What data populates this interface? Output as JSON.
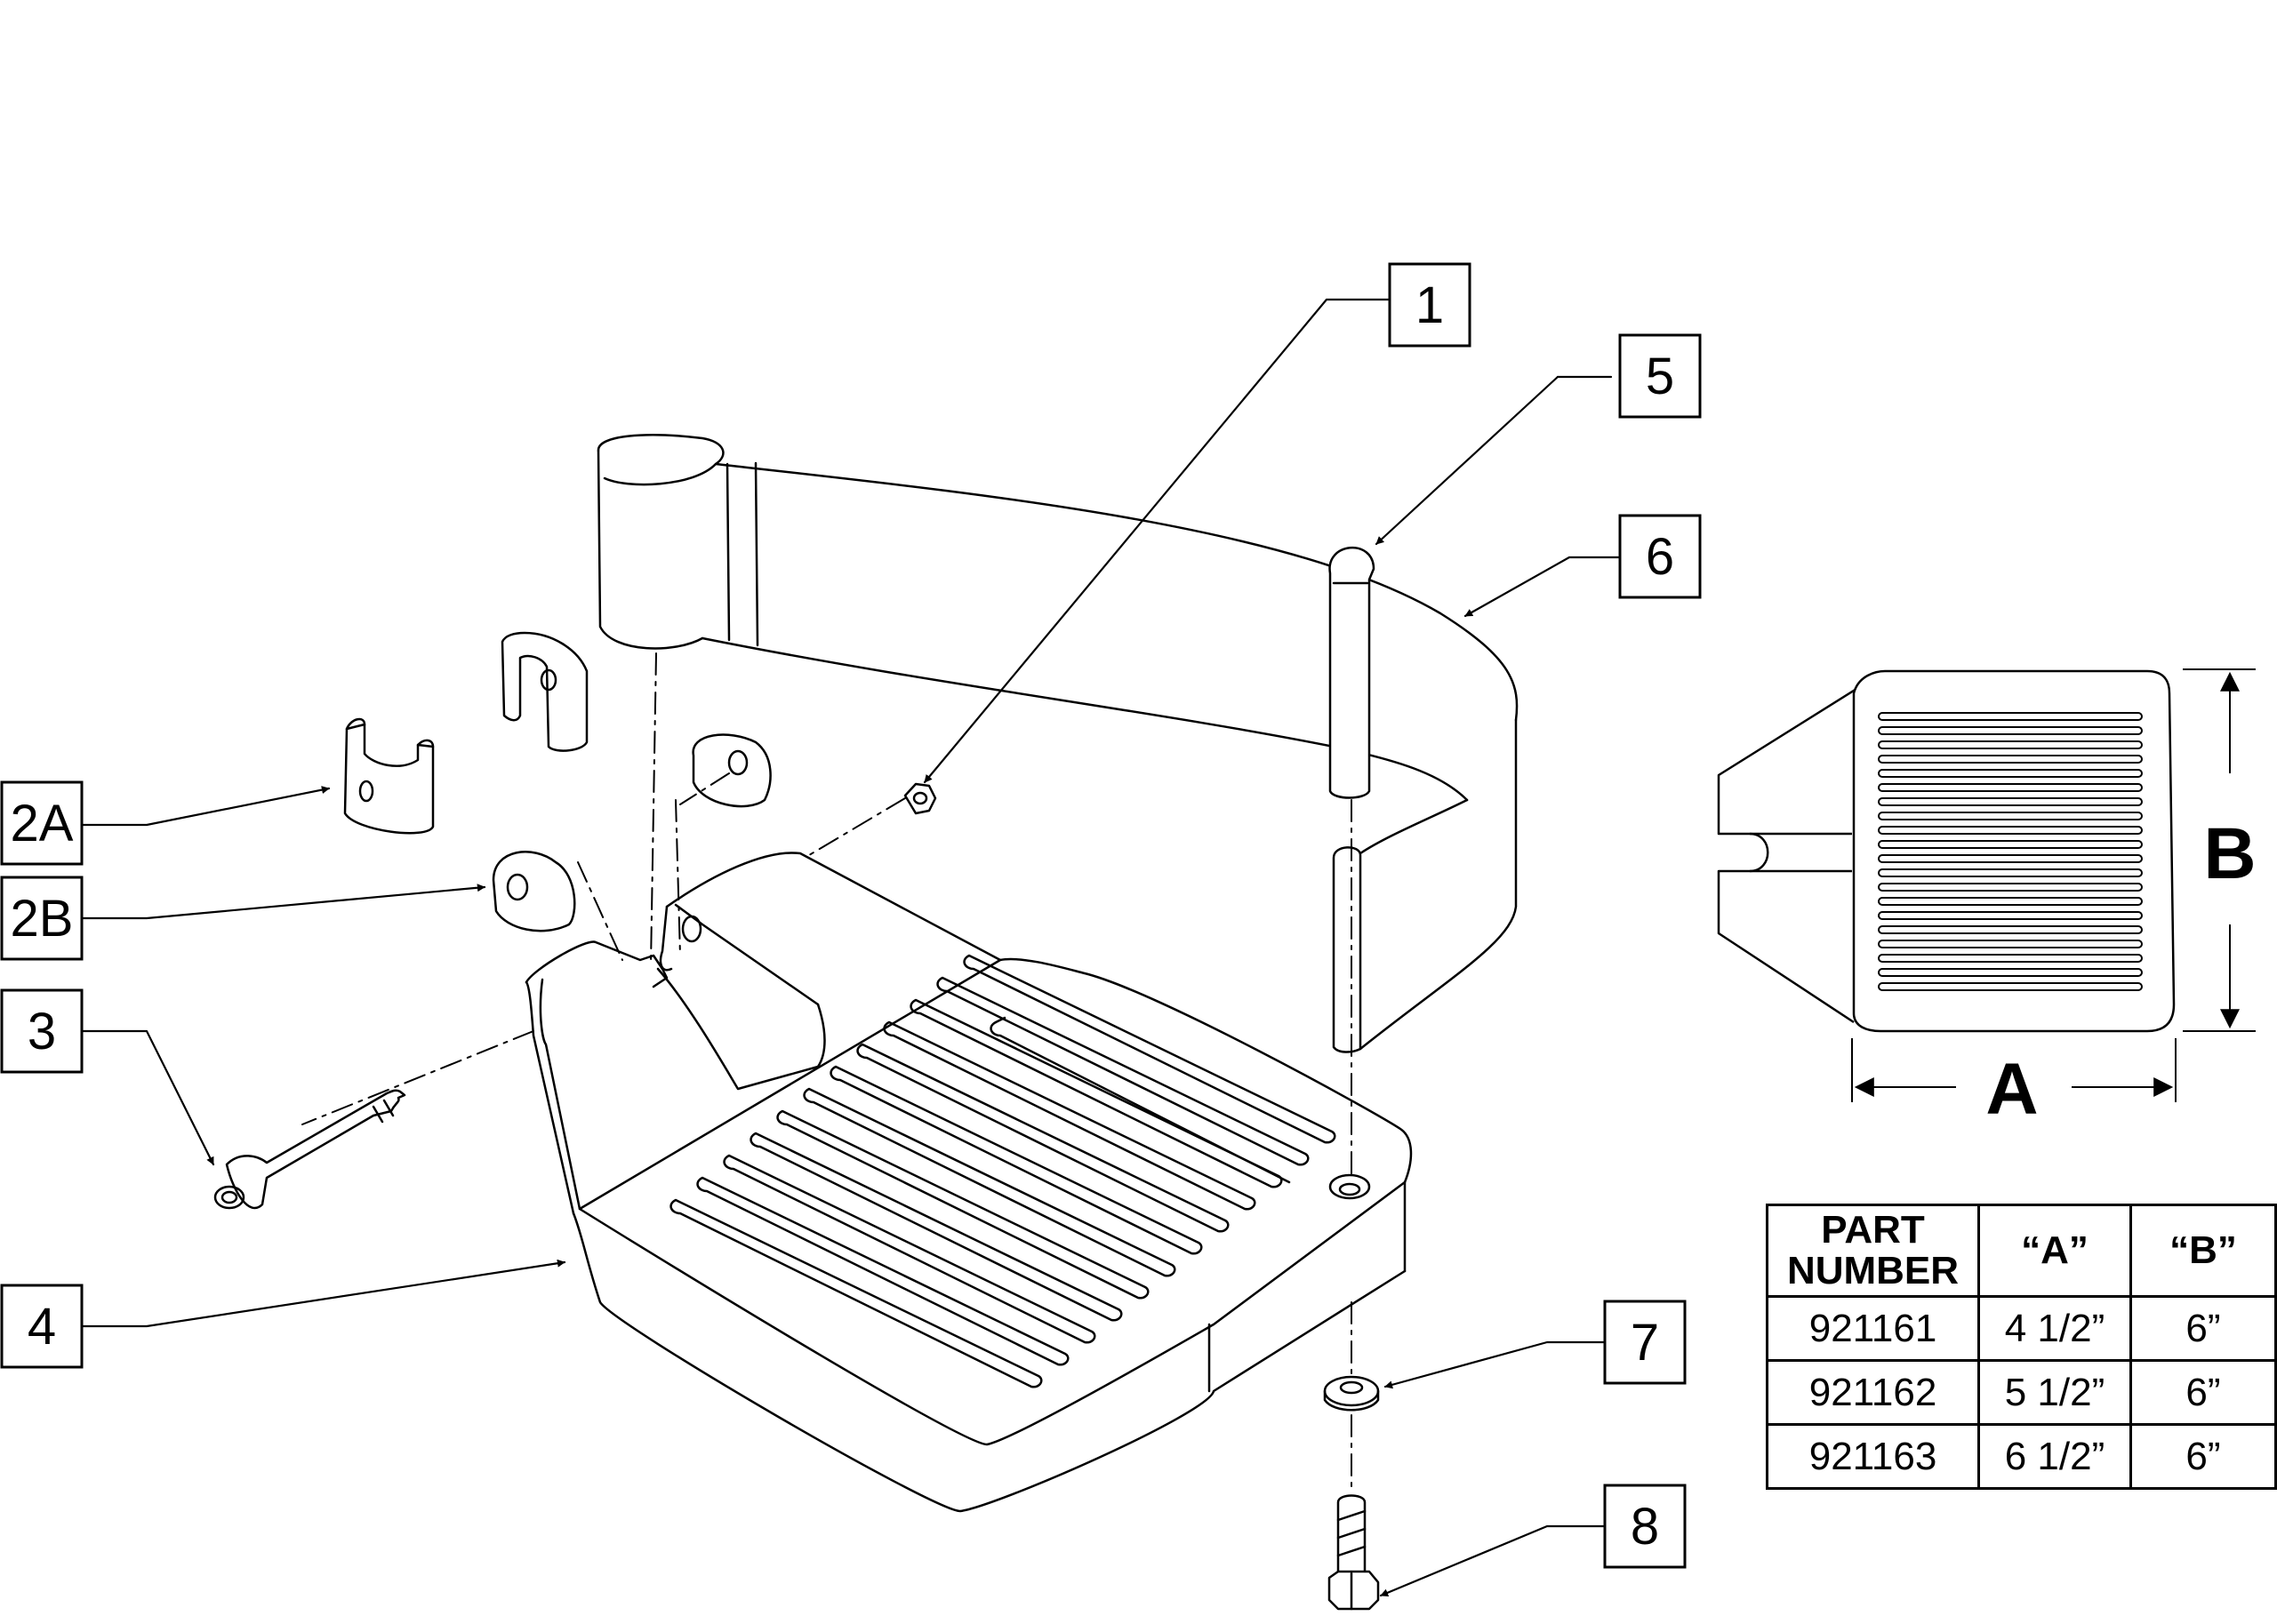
{
  "callouts": {
    "c1": "1",
    "c2a": "2A",
    "c2b": "2B",
    "c3": "3",
    "c4": "4",
    "c5": "5",
    "c6": "6",
    "c7": "7",
    "c8": "8"
  },
  "dimensions": {
    "a": "A",
    "b": "B"
  },
  "table": {
    "header": {
      "part_line1": "PART",
      "part_line2": "NUMBER",
      "a": "“A”",
      "b": "“B”"
    },
    "rows": [
      {
        "part": "921161",
        "a": "4 1/2”",
        "b": "6”"
      },
      {
        "part": "921162",
        "a": "5 1/2”",
        "b": "6”"
      },
      {
        "part": "921163",
        "a": "6 1/2”",
        "b": "6”"
      }
    ]
  }
}
